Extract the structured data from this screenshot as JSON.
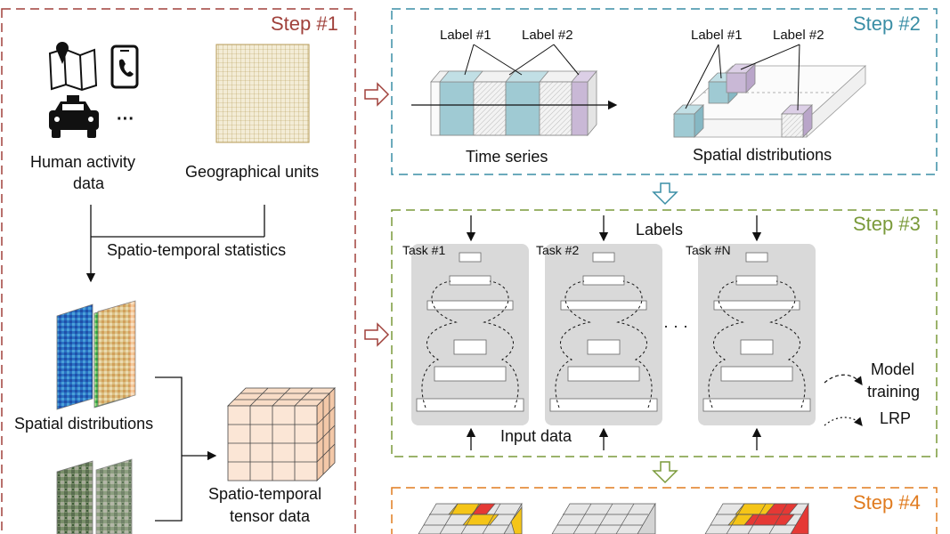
{
  "colors": {
    "step1": "#a0413b",
    "step2": "#3a8ea5",
    "step3": "#7a9a3a",
    "step4": "#e07b1f"
  },
  "step1": {
    "title": "Step #1",
    "human_activity_line1": "Human activity",
    "human_activity_line2": "data",
    "ellipsis": "···",
    "geo_units": "Geographical units",
    "stats": "Spatio-temporal statistics",
    "spatial_distributions": "Spatial distributions",
    "tensor_line1": "Spatio-temporal",
    "tensor_line2": "tensor data",
    "icons": [
      "map-pin-icon",
      "phone-icon",
      "taxi-icon"
    ]
  },
  "step2": {
    "title": "Step #2",
    "ts_label1": "Label #1",
    "ts_label2": "Label #2",
    "time_series": "Time series",
    "sp_label1": "Label #1",
    "sp_label2": "Label #2",
    "spatial_distributions": "Spatial distributions"
  },
  "step3": {
    "title": "Step #3",
    "labels": "Labels",
    "task1": "Task #1",
    "task2": "Task #2",
    "taskN": "Task #N",
    "dots": "· · ·",
    "input_data": "Input data",
    "legend_model_line1": "Model",
    "legend_model_line2": "training",
    "legend_lrp": "LRP"
  },
  "step4": {
    "title": "Step #4"
  }
}
